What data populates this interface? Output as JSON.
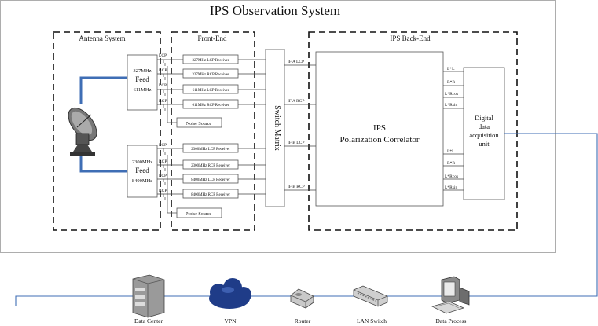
{
  "title": "IPS Observation System",
  "sections": {
    "antenna": "Antenna System",
    "frontend": "Front-End",
    "backend": "IPS Back-End"
  },
  "feeds": [
    {
      "line1": "327MHz",
      "line2": "Feed",
      "line3": "611MHz"
    },
    {
      "line1": "2300MHz",
      "line2": "Feed",
      "line3": "8400MHz"
    }
  ],
  "pol_labels": [
    "LCP",
    "RCP",
    "LCP",
    "RCP",
    "LCP",
    "RCP",
    "LCP",
    "RCP"
  ],
  "receivers": [
    "327MHz LCP Receiver",
    "327MHz RCP Receiver",
    "611MHz LCP Receiver",
    "611MHz RCP Receiver",
    "2300MHz LCP Receiver",
    "2300MHz RCP Receiver",
    "8400MHz LCP Receiver",
    "8400MHz RCP Receiver"
  ],
  "noise_sources": [
    "Noise Source",
    "Noise Source"
  ],
  "switch_matrix": "Switch Matrix",
  "if_labels": [
    "IF A LCP",
    "IF A RCP",
    "IF B LCP",
    "IF B RCP"
  ],
  "correlator": {
    "line1": "IPS",
    "line2": "Polarization Correlator"
  },
  "products": [
    "L*L",
    "R*R",
    "L*Rcos",
    "L*Rsin",
    "L*L",
    "R*R",
    "L*Rcos",
    "L*Rsin"
  ],
  "daq": {
    "line1": "Digital",
    "line2": "data",
    "line3": "acquisition",
    "line4": "unit"
  },
  "network": [
    "Data Center",
    "VPN",
    "Router",
    "LAN Switch",
    "Data Process"
  ],
  "colors": {
    "link": "#3f6eb5"
  },
  "icons": [
    "dish-antenna-icon",
    "server-icon",
    "cloud-icon",
    "router-icon",
    "switch-icon",
    "workstation-icon"
  ]
}
